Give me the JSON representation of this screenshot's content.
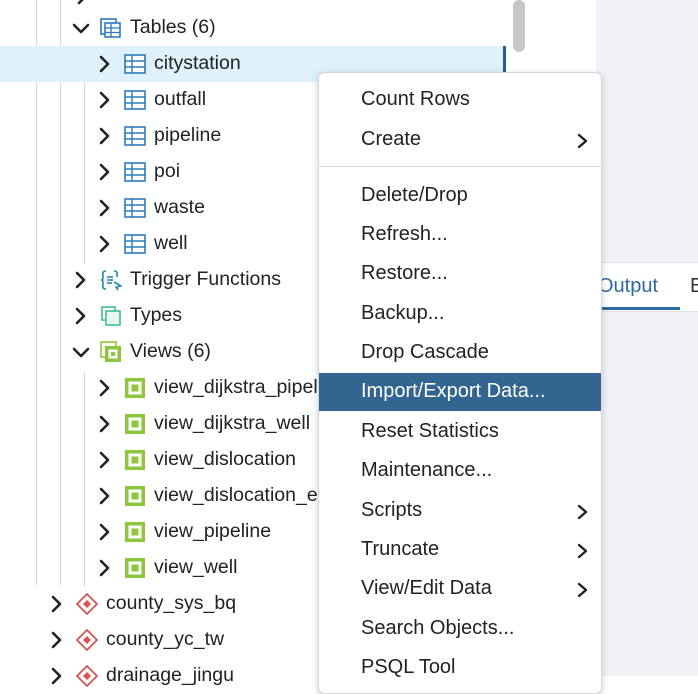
{
  "tree": {
    "rows": [
      {
        "label": "Tables (6)",
        "icon": "table-group-icon"
      },
      {
        "label": "citystation",
        "icon": "table-icon"
      },
      {
        "label": "outfall",
        "icon": "table-icon"
      },
      {
        "label": "pipeline",
        "icon": "table-icon"
      },
      {
        "label": "poi",
        "icon": "table-icon"
      },
      {
        "label": "waste",
        "icon": "table-icon"
      },
      {
        "label": "well",
        "icon": "table-icon"
      },
      {
        "label": "Trigger Functions",
        "icon": "trigger-function-icon"
      },
      {
        "label": "Types",
        "icon": "types-icon"
      },
      {
        "label": "Views (6)",
        "icon": "views-group-icon"
      },
      {
        "label": "view_dijkstra_pipel",
        "icon": "view-icon"
      },
      {
        "label": "view_dijkstra_well",
        "icon": "view-icon"
      },
      {
        "label": "view_dislocation",
        "icon": "view-icon"
      },
      {
        "label": "view_dislocation_e",
        "icon": "view-icon"
      },
      {
        "label": "view_pipeline",
        "icon": "view-icon"
      },
      {
        "label": "view_well",
        "icon": "view-icon"
      },
      {
        "label": "county_sys_bq",
        "icon": "schema-icon"
      },
      {
        "label": "county_yc_tw",
        "icon": "schema-icon"
      },
      {
        "label": "drainage_jingu",
        "icon": "schema-icon"
      }
    ]
  },
  "right_panel": {
    "tabs": [
      {
        "label": "Output",
        "active": true
      },
      {
        "label": "E"
      }
    ]
  },
  "context_menu": {
    "items": [
      {
        "label": "Count Rows"
      },
      {
        "label": "Create",
        "submenu": true
      },
      {
        "label": "Delete/Drop"
      },
      {
        "label": "Refresh..."
      },
      {
        "label": "Restore..."
      },
      {
        "label": "Backup..."
      },
      {
        "label": "Drop Cascade"
      },
      {
        "label": "Import/Export Data...",
        "highlighted": true
      },
      {
        "label": "Reset Statistics"
      },
      {
        "label": "Maintenance..."
      },
      {
        "label": "Scripts",
        "submenu": true
      },
      {
        "label": "Truncate",
        "submenu": true
      },
      {
        "label": "View/Edit Data",
        "submenu": true
      },
      {
        "label": "Search Objects..."
      },
      {
        "label": "PSQL Tool"
      }
    ]
  },
  "colors": {
    "selection_bg": "#def1fd",
    "menu_highlight": "#326690",
    "table_icon": "#2b7bbd",
    "view_icon": "#8cc63f",
    "schema_icon": "#d9534f",
    "accent_tab": "#2c6aa3"
  }
}
